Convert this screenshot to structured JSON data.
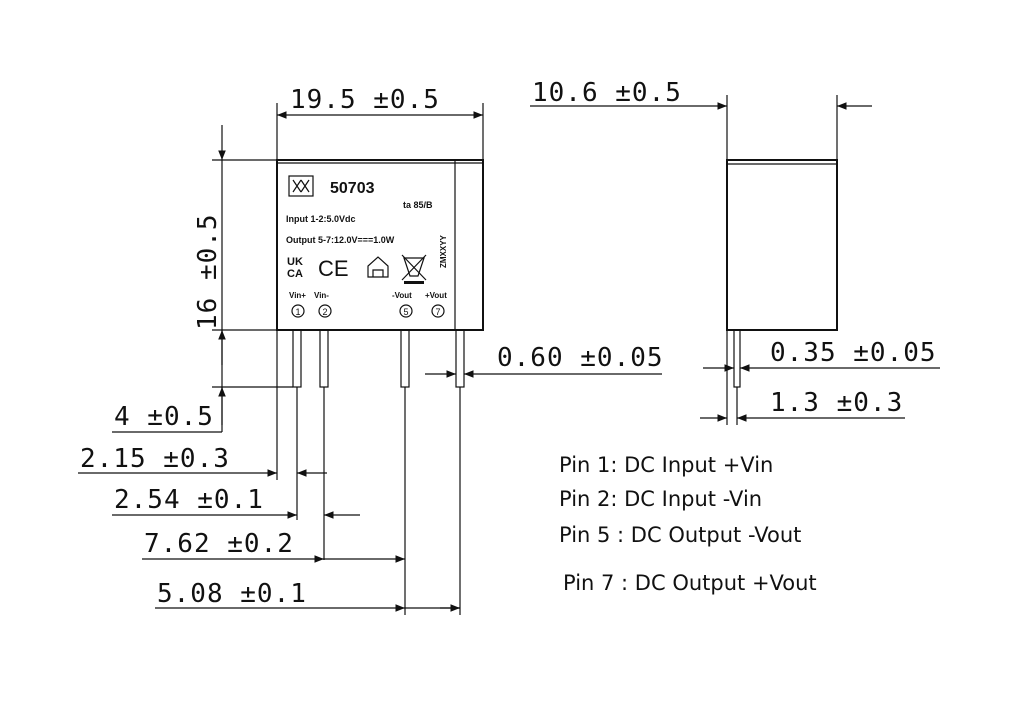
{
  "dimensions": {
    "width": "19.5 ±0.5",
    "depth": "10.6 ±0.5",
    "height": "16 ±0.5",
    "pin_length": "4 ±0.5",
    "pin1_offset": "2.15 ±0.3",
    "pin_pitch": "2.54 ±0.1",
    "pin_span": "7.62 ±0.2",
    "pin5_7": "5.08 ±0.1",
    "pin_width": "0.60 ±0.05",
    "pin_thickness": "0.35 ±0.05",
    "pin_offset_side": "1.3 ±0.3"
  },
  "module": {
    "model": "50703",
    "ta": "ta 85/B",
    "input": "Input 1-2:5.0Vdc",
    "output": "Output 5-7:12.0V===1.0W",
    "date_code": "ZMXXYY",
    "ukca_top": "UK",
    "ukca_bottom": "CA",
    "ce": "CE",
    "pin_labels": [
      "Vin+",
      "Vin-",
      "-Vout",
      "+Vout"
    ],
    "pin_numbers": [
      "1",
      "2",
      "5",
      "7"
    ]
  },
  "legend": [
    "Pin 1: DC Input  +Vin",
    "Pin 2: DC Input  -Vin",
    "Pin 5 : DC Output   -Vout",
    "Pin 7 : DC Output   +Vout"
  ]
}
